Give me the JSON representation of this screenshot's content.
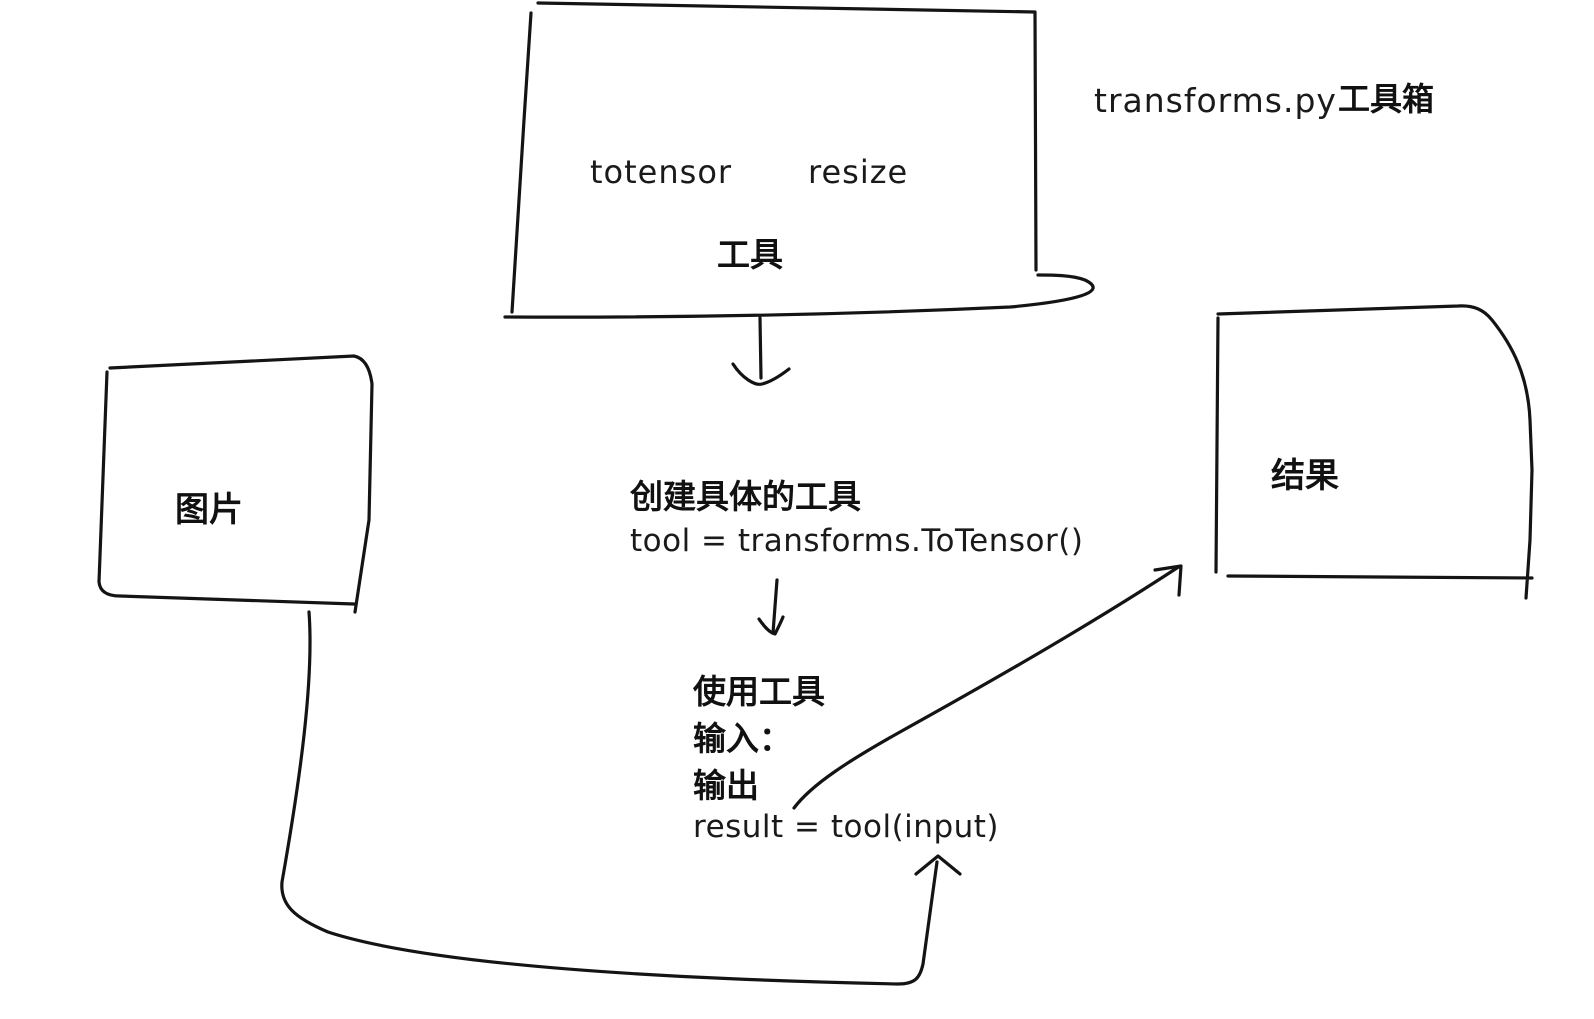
{
  "toolbox": {
    "title": "transforms.py",
    "title_zh": "工具箱",
    "tool_a": "totensor",
    "tool_b": "resize",
    "label": "工具"
  },
  "image_box": {
    "label": "图片"
  },
  "result_box": {
    "label": "结果"
  },
  "create_step": {
    "title": "创建具体的工具",
    "code": "tool = transforms.ToTensor()"
  },
  "use_step": {
    "title": "使用工具",
    "input_label": "输入：",
    "output_label": "输出",
    "code": "result = tool(input)"
  },
  "colors": {
    "ink": "#141414",
    "background": "#ffffff"
  }
}
